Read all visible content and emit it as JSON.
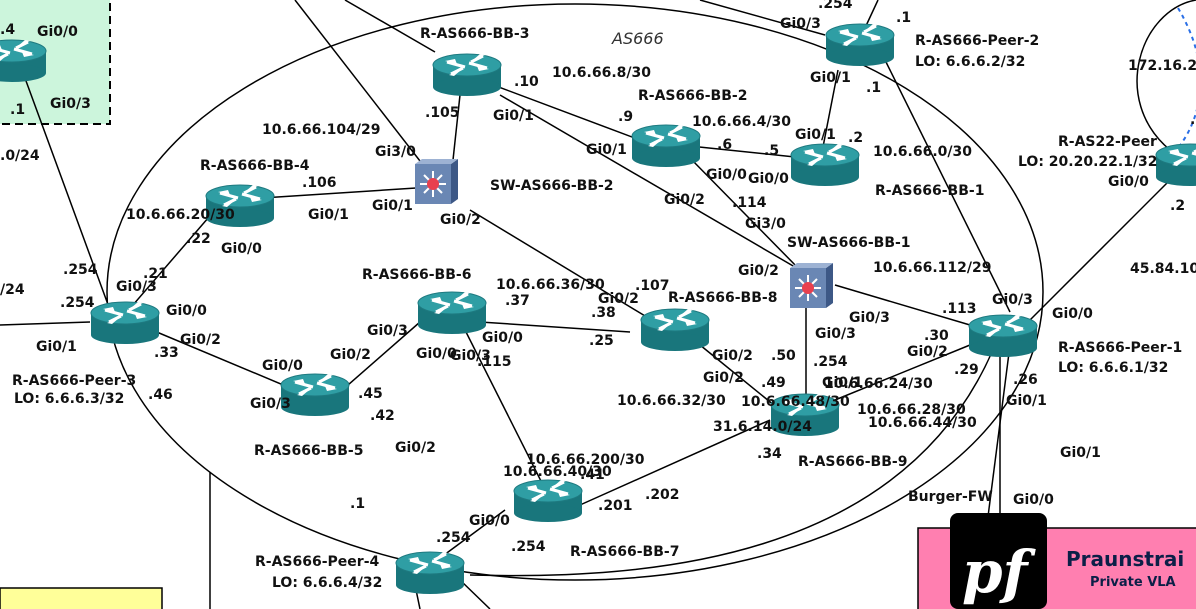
{
  "colors": {
    "link": "#000000",
    "router_top": "#2f9ea4",
    "router_side": "#19767c",
    "switch_face": "#6a87b4",
    "zone_left": "#ccf5dc",
    "pf_bg": "#ff7fb0",
    "pf_logo_bg": "#000000",
    "note_bg": "#ffff99",
    "dotted": "#2a6fe6"
  },
  "as_label": "AS666",
  "devices": {
    "bb1": {
      "name": "R-AS666-BB-1",
      "icon": "router-icon"
    },
    "bb2": {
      "name": "R-AS666-BB-2",
      "icon": "router-icon"
    },
    "bb3": {
      "name": "R-AS666-BB-3",
      "icon": "router-icon"
    },
    "bb4": {
      "name": "R-AS666-BB-4",
      "icon": "router-icon"
    },
    "bb5": {
      "name": "R-AS666-BB-5",
      "icon": "router-icon"
    },
    "bb6": {
      "name": "R-AS666-BB-6",
      "icon": "router-icon"
    },
    "bb7": {
      "name": "R-AS666-BB-7",
      "icon": "router-icon"
    },
    "bb8": {
      "name": "R-AS666-BB-8",
      "icon": "router-icon"
    },
    "bb9": {
      "name": "R-AS666-BB-9",
      "icon": "router-icon"
    },
    "peer1": {
      "name": "R-AS666-Peer-1",
      "lo": "LO: 6.6.6.1/32",
      "icon": "router-icon"
    },
    "peer2": {
      "name": "R-AS666-Peer-2",
      "lo": "LO: 6.6.6.2/32",
      "icon": "router-icon"
    },
    "peer3": {
      "name": "R-AS666-Peer-3",
      "lo": "LO: 6.6.6.3/32",
      "icon": "router-icon"
    },
    "peer4": {
      "name": "R-AS666-Peer-4",
      "lo": "LO: 6.6.6.4/32",
      "icon": "router-icon"
    },
    "as22": {
      "name": "R-AS22-Peer",
      "lo": "LO: 20.20.22.1/32",
      "icon": "router-icon"
    },
    "sw1": {
      "name": "SW-AS666-BB-1",
      "icon": "switch-icon"
    },
    "sw2": {
      "name": "SW-AS666-BB-2",
      "icon": "switch-icon"
    },
    "ext": {
      "icon": "router-icon"
    },
    "fw": {
      "name": "Burger-FW"
    }
  },
  "pfsense": {
    "logo": "pf",
    "title": "Praunstrai",
    "subtitle": "Private VLA"
  },
  "labels": [
    "Gi0/0",
    ".4",
    "Gi0/3",
    ".1",
    ".0/24",
    ".254",
    ".1",
    "Gi0/3",
    "Gi0/1",
    ".1",
    "172.16.2",
    "10.6.66.8/30",
    ".10",
    ".105",
    "Gi0/1",
    "Gi0/1",
    ".9",
    "10.6.66.4/30",
    ".6",
    ".5",
    "Gi0/1",
    ".2",
    "10.6.66.0/30",
    "Gi0/0",
    "Gi0/0",
    "10.6.66.104/29",
    "Gi3/0",
    ".106",
    "Gi0/1",
    "Gi0/1",
    "Gi0/2",
    "Gi0/2",
    ".114",
    "Gi3/0",
    "10.6.66.20/30",
    ".22",
    "Gi0/0",
    "10.6.66.112/29",
    "Gi0/0",
    ".1",
    ".2",
    "45.84.10",
    "Gi0/2",
    ".254",
    ".21",
    "Gi0/3",
    "/24",
    ".254",
    "Gi0/0",
    "10.6.66.36/30",
    ".107",
    "Gi0/2",
    ".37",
    ".38",
    "Gi0/3",
    ".113",
    "Gi0/3",
    "Gi0/0",
    "Gi0/1",
    "Gi0/2",
    "Gi0/3",
    "Gi0/0",
    ".25",
    "Gi0/3",
    ".30",
    ".33",
    "Gi0/2",
    "Gi0/0",
    "Gi0/3",
    ".115",
    "Gi0/0",
    "Gi0/2",
    ".50",
    ".254",
    "Gi0/2",
    ".29",
    ".26",
    "10.6.66.24/30",
    ".45",
    "Gi0/3",
    ".46",
    "Gi0/2",
    ".49",
    "10.6.66.48/30",
    "Gi0/1",
    "10.6.66.28/30",
    "10.6.66.44/30",
    "Gi0/1",
    ".42",
    "10.6.66.32/30",
    "31.6.14.0/24",
    ".34",
    "Gi0/2",
    "Gi0/1",
    "10.6.66.40/30",
    "10.6.66.200/30",
    ".41",
    ".202",
    ".1",
    ".201",
    "Gi0/0",
    "Gi0/0",
    ".254",
    ".254"
  ]
}
